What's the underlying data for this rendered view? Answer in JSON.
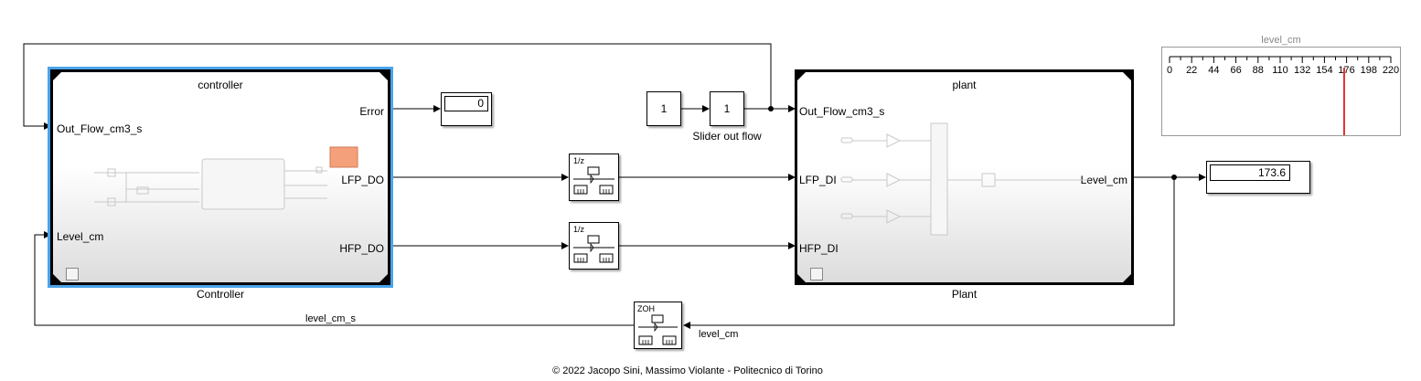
{
  "controller": {
    "title": "controller",
    "caption": "Controller",
    "in_port_1": "Out_Flow_cm3_s",
    "in_port_2": "Level_cm",
    "out_port_1": "Error",
    "out_port_2": "LFP_DO",
    "out_port_3": "HFP_DO"
  },
  "plant": {
    "title": "plant",
    "caption": "Plant",
    "in_port_1": "Out_Flow_cm3_s",
    "in_port_2": "LFP_DI",
    "in_port_3": "HFP_DI",
    "out_port_1": "Level_cm"
  },
  "error_display": {
    "value": "0"
  },
  "level_display": {
    "value": "173.6"
  },
  "constant_block": {
    "value": "1"
  },
  "slider_block": {
    "value": "1",
    "caption": "Slider out flow"
  },
  "unit_delay_1": {
    "label": "1/z"
  },
  "unit_delay_2": {
    "label": "1/z"
  },
  "zoh_block": {
    "label": "ZOH"
  },
  "signals": {
    "feedback_label": "level_cm_s",
    "zoh_input_label": "level_cm"
  },
  "gauge": {
    "title": "level_cm",
    "ticks": [
      "0",
      "22",
      "44",
      "66",
      "88",
      "110",
      "132",
      "154",
      "176",
      "198",
      "220"
    ],
    "min": 0,
    "max": 220,
    "value": 173.6,
    "needle_color": "#e03030"
  },
  "colors": {
    "selection": "#4aa3e8",
    "annotation_box": "#f4a07a"
  },
  "footer": "© 2022 Jacopo Sini, Massimo Violante - Politecnico di Torino"
}
